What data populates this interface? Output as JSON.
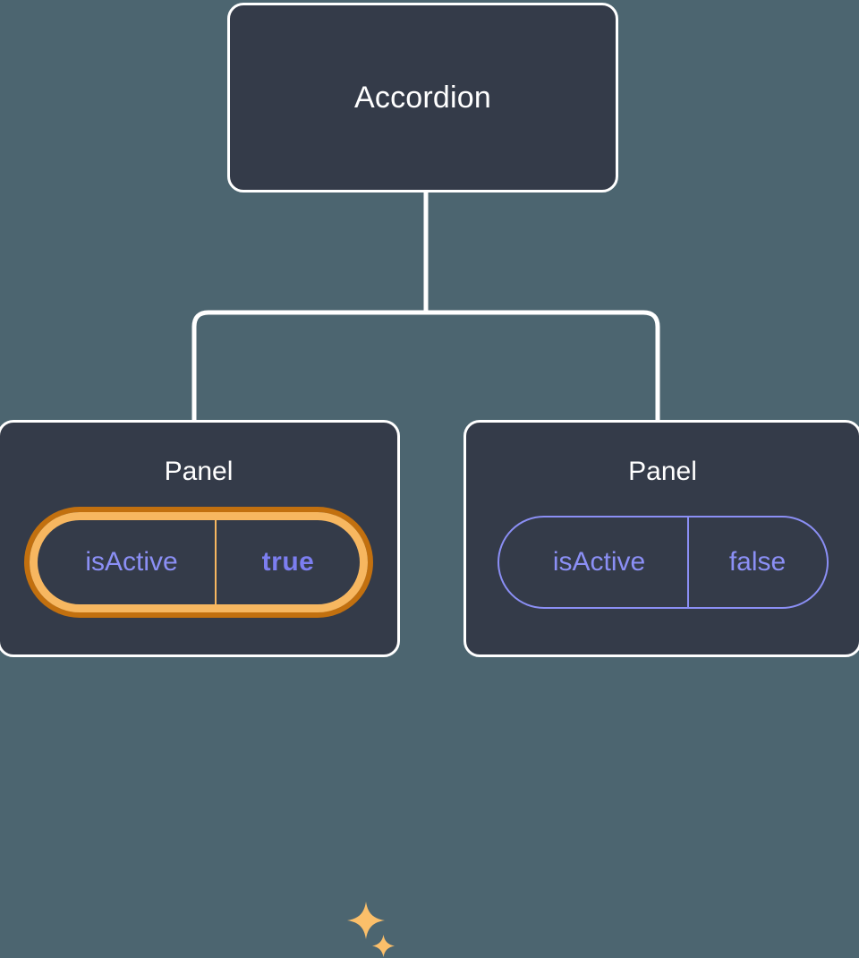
{
  "diagram": {
    "type": "component-tree",
    "background_color": "#4c6570",
    "node_fill_color": "#343b49",
    "node_border_color": "#ffffff",
    "connector_color": "#ffffff",
    "accent_purple": "#8b8ff5",
    "accent_purple_bold": "#7c7ef0",
    "highlight_orange": "#f7b760",
    "highlight_orange_dark": "#c2700f",
    "root": {
      "label": "Accordion"
    },
    "children": [
      {
        "label": "Panel",
        "highlighted": true,
        "prop": {
          "key": "isActive",
          "value": "true"
        },
        "sparkles": [
          {
            "name": "sparkle-large"
          },
          {
            "name": "sparkle-small"
          }
        ]
      },
      {
        "label": "Panel",
        "highlighted": false,
        "prop": {
          "key": "isActive",
          "value": "false"
        }
      }
    ]
  }
}
